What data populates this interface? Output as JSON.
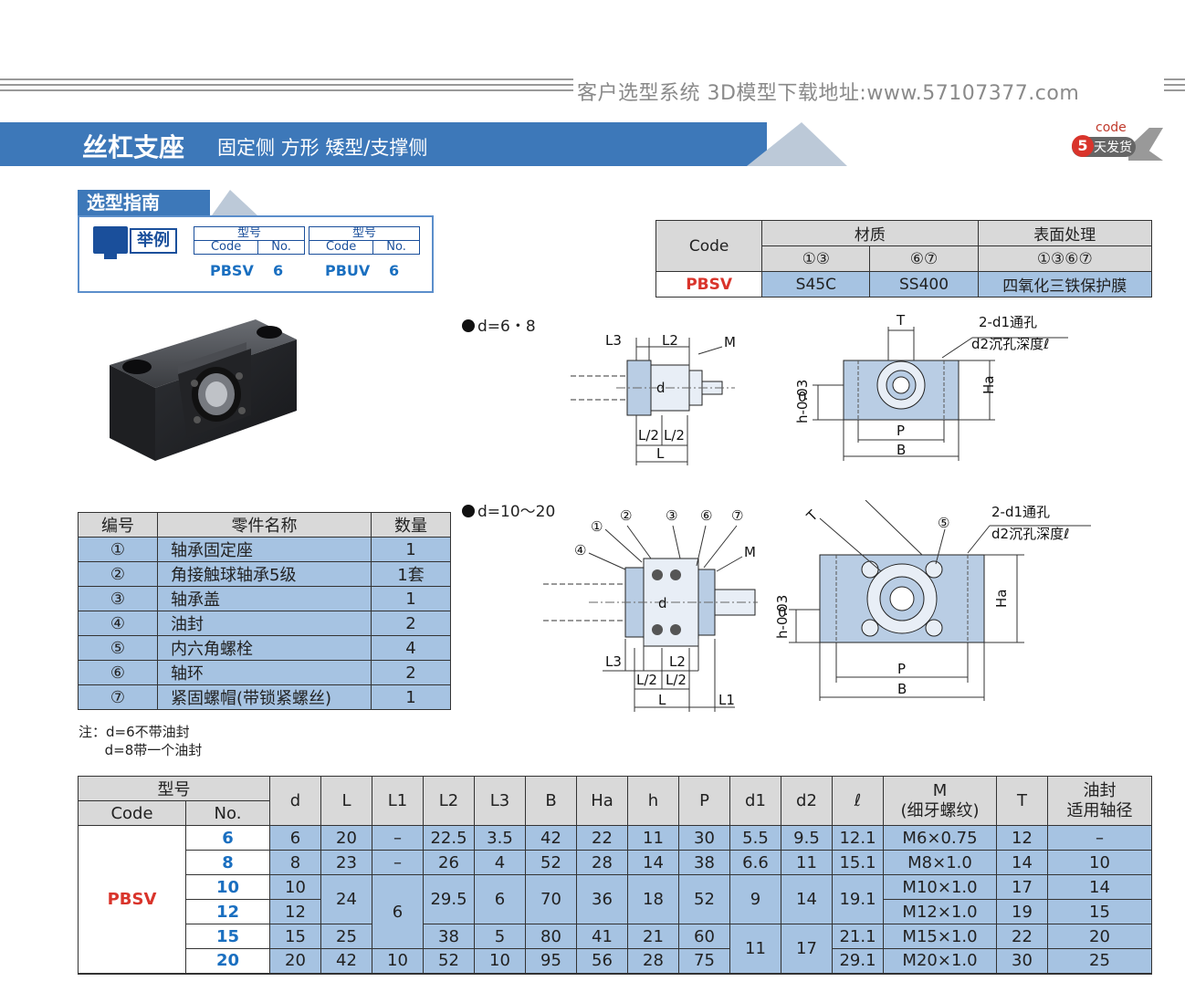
{
  "site_text": "客户选型系统 3D模型下载地址:www.57107377.com",
  "title": "丝杠支座",
  "subtitle": "固定侧 方形 矮型/支撑侧",
  "badge": {
    "code": "code",
    "five": "5",
    "days": "天发货"
  },
  "guide": {
    "heading": "选型指南",
    "example_label": "举例",
    "examples": [
      {
        "model_label": "型号",
        "code_label": "Code",
        "no_label": "No.",
        "code": "PBSV",
        "no": "6"
      },
      {
        "model_label": "型号",
        "code_label": "Code",
        "no_label": "No.",
        "code": "PBUV",
        "no": "6"
      }
    ]
  },
  "material_table": {
    "code_header": "Code",
    "material_header": "材质",
    "surface_header": "表面处理",
    "sub": [
      "①③",
      "⑥⑦",
      "①③⑥⑦"
    ],
    "code": "PBSV",
    "values": [
      "S45C",
      "SS400",
      "四氧化三铁保护膜"
    ]
  },
  "diagrams": {
    "top_label": "d=6・8",
    "bottom_label": "d=10～20",
    "top_left_labels": {
      "L3": "L3",
      "L2": "L2",
      "M": "M",
      "d": "d",
      "L2a": "L/2",
      "L2b": "L/2",
      "L": "L"
    },
    "top_right_labels": {
      "T": "T",
      "hole": "2-d1通孔",
      "cbore": "d2沉孔深度ℓ",
      "h": "h-0.03",
      "h0": "0",
      "Ha": "Ha",
      "P": "P",
      "B": "B"
    },
    "bottom_left_labels": {
      "n1": "①",
      "n2": "②",
      "n3": "③",
      "n6": "⑥",
      "n7": "⑦",
      "n4": "④",
      "M": "M",
      "d": "d",
      "L3": "L3",
      "L2": "L2",
      "L2a": "L/2",
      "L2b": "L/2",
      "L": "L",
      "L1": "L1"
    },
    "bottom_right_labels": {
      "T": "T",
      "n5": "⑤",
      "hole": "2-d1通孔",
      "cbore": "d2沉孔深度ℓ",
      "h": "h-0.03",
      "h0": "0",
      "Ha": "Ha",
      "P": "P",
      "B": "B"
    }
  },
  "parts_table": {
    "headers": [
      "编号",
      "零件名称",
      "数量"
    ],
    "rows": [
      [
        "①",
        "轴承固定座",
        "1"
      ],
      [
        "②",
        "角接触球轴承5级",
        "1套"
      ],
      [
        "③",
        "轴承盖",
        "1"
      ],
      [
        "④",
        "油封",
        "2"
      ],
      [
        "⑤",
        "内六角螺栓",
        "4"
      ],
      [
        "⑥",
        "轴环",
        "2"
      ],
      [
        "⑦",
        "紧固螺帽(带锁紧螺丝)",
        "1"
      ]
    ]
  },
  "note": "注：d=6不带油封\n      d=8带一个油封",
  "spec_table": {
    "model_header": "型号",
    "code_header": "Code",
    "no_header": "No.",
    "headers": [
      "d",
      "L",
      "L1",
      "L2",
      "L3",
      "B",
      "Ha",
      "h",
      "P",
      "d1",
      "d2",
      "ℓ",
      "M\n(细牙螺纹)",
      "T",
      "油封\n适用轴径"
    ],
    "code": "PBSV",
    "rows": [
      {
        "no": "6",
        "d": "6",
        "L": "20",
        "L1": "–",
        "L2": "22.5",
        "L3": "3.5",
        "B": "42",
        "Ha": "22",
        "h": "11",
        "P": "30",
        "d1": "5.5",
        "d2": "9.5",
        "l": "12.1",
        "M": "M6×0.75",
        "T": "12",
        "seal": "–"
      },
      {
        "no": "8",
        "d": "8",
        "L": "23",
        "L1": "–",
        "L2": "26",
        "L3": "4",
        "B": "52",
        "Ha": "28",
        "h": "14",
        "P": "38",
        "d1": "6.6",
        "d2": "11",
        "l": "15.1",
        "M": "M8×1.0",
        "T": "14",
        "seal": "10"
      },
      {
        "no": "10",
        "d": "10",
        "L": "24",
        "L1": "6",
        "L2": "29.5",
        "L3": "6",
        "B": "70",
        "Ha": "36",
        "h": "18",
        "P": "52",
        "d1": "9",
        "d2": "14",
        "l": "19.1",
        "M": "M10×1.0",
        "T": "17",
        "seal": "14"
      },
      {
        "no": "12",
        "d": "12",
        "M": "M12×1.0",
        "T": "19",
        "seal": "15"
      },
      {
        "no": "15",
        "d": "15",
        "L": "25",
        "L2": "38",
        "L3": "5",
        "B": "80",
        "Ha": "41",
        "h": "21",
        "P": "60",
        "d1": "11",
        "d2": "17",
        "l": "21.1",
        "M": "M15×1.0",
        "T": "22",
        "seal": "20"
      },
      {
        "no": "20",
        "d": "20",
        "L": "42",
        "L1": "10",
        "L2": "52",
        "L3": "10",
        "B": "95",
        "Ha": "56",
        "h": "28",
        "P": "75",
        "l": "29.1",
        "M": "M20×1.0",
        "T": "30",
        "seal": "25"
      }
    ]
  }
}
